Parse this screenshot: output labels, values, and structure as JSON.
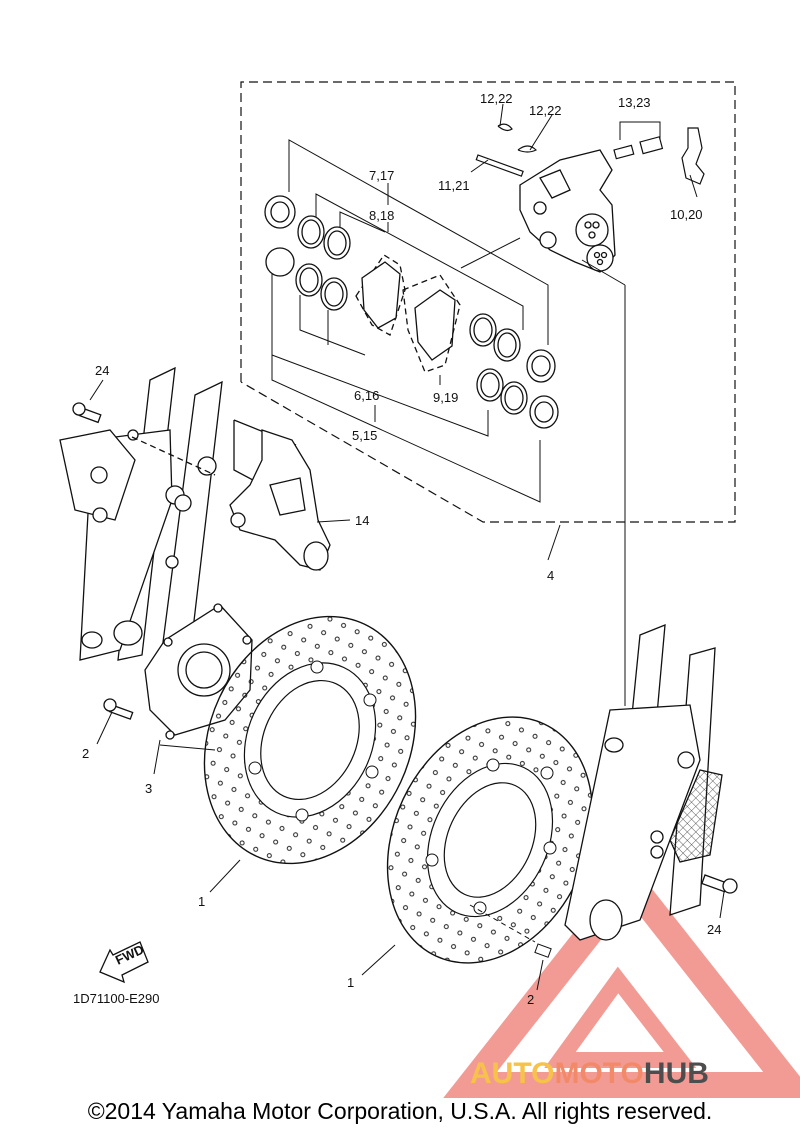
{
  "diagram": {
    "callouts": [
      {
        "id": "c-12-22a",
        "text": "12,22"
      },
      {
        "id": "c-12-22b",
        "text": "12,22"
      },
      {
        "id": "c-13-23",
        "text": "13,23"
      },
      {
        "id": "c-7-17",
        "text": "7,17"
      },
      {
        "id": "c-11-21",
        "text": "11,21"
      },
      {
        "id": "c-8-18",
        "text": "8,18"
      },
      {
        "id": "c-10-20",
        "text": "10,20"
      },
      {
        "id": "c-24a",
        "text": "24"
      },
      {
        "id": "c-6-16",
        "text": "6,16"
      },
      {
        "id": "c-9-19",
        "text": "9,19"
      },
      {
        "id": "c-5-15",
        "text": "5,15"
      },
      {
        "id": "c-14",
        "text": "14"
      },
      {
        "id": "c-4",
        "text": "4"
      },
      {
        "id": "c-2a",
        "text": "2"
      },
      {
        "id": "c-3",
        "text": "3"
      },
      {
        "id": "c-1a",
        "text": "1"
      },
      {
        "id": "c-24b",
        "text": "24"
      },
      {
        "id": "c-1b",
        "text": "1"
      },
      {
        "id": "c-2b",
        "text": "2"
      }
    ],
    "fwd_label": "FWD",
    "diagram_code": "1D71100-E290",
    "copyright": "©2014 Yamaha Motor Corporation, U.S.A. All rights reserved."
  },
  "watermark": {
    "part1": "AUTO",
    "part2": "MOTO",
    "part3": "HUB",
    "colors": {
      "auto": "#f7c24a",
      "moto": "#f28a6a",
      "hub": "#4d4d4d",
      "triangle": "#f08a82"
    }
  }
}
